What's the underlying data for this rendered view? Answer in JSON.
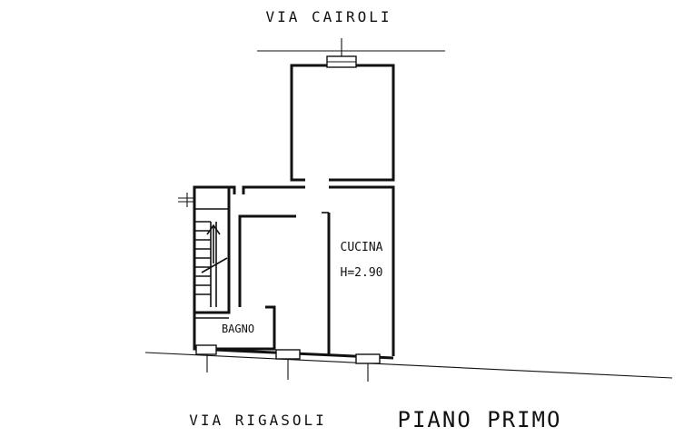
{
  "streets": {
    "top": "VIA CAIROLI",
    "bottom": "VIA RIGASOLI"
  },
  "floor_title": "PIANO PRIMO",
  "rooms": {
    "kitchen_name": "CUCINA",
    "kitchen_height": "H=2.90",
    "bathroom_name": "BAGNO"
  },
  "colors": {
    "ink": "#111111",
    "paper": "#ffffff"
  }
}
